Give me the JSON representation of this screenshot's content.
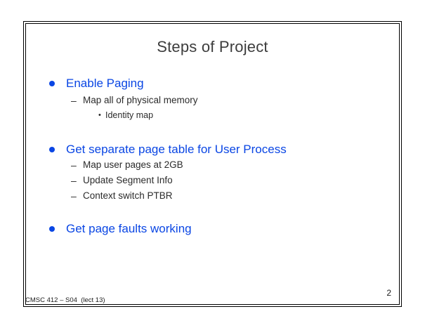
{
  "slide": {
    "title": "Steps of Project",
    "footer_text": "CMSC 412 – S04  (lect 13)",
    "page_number": "2"
  },
  "markers": {
    "dash": "–",
    "small_dot": "•"
  },
  "colors": {
    "bullet_blue": "#0a46e4",
    "title_gray": "#3d3d3d",
    "body_black": "#2b2b2b",
    "border_black": "#000000"
  },
  "content": {
    "groups": [
      {
        "heading": "Enable Paging",
        "items": [
          {
            "text": "Map all of physical memory",
            "subitems": [
              "Identity map"
            ]
          }
        ]
      },
      {
        "heading": "Get separate page table for User Process",
        "items": [
          {
            "text": "Map user pages at 2GB"
          },
          {
            "text": "Update Segment Info"
          },
          {
            "text": "Context switch PTBR"
          }
        ]
      },
      {
        "heading": "Get page faults working",
        "items": []
      }
    ]
  }
}
